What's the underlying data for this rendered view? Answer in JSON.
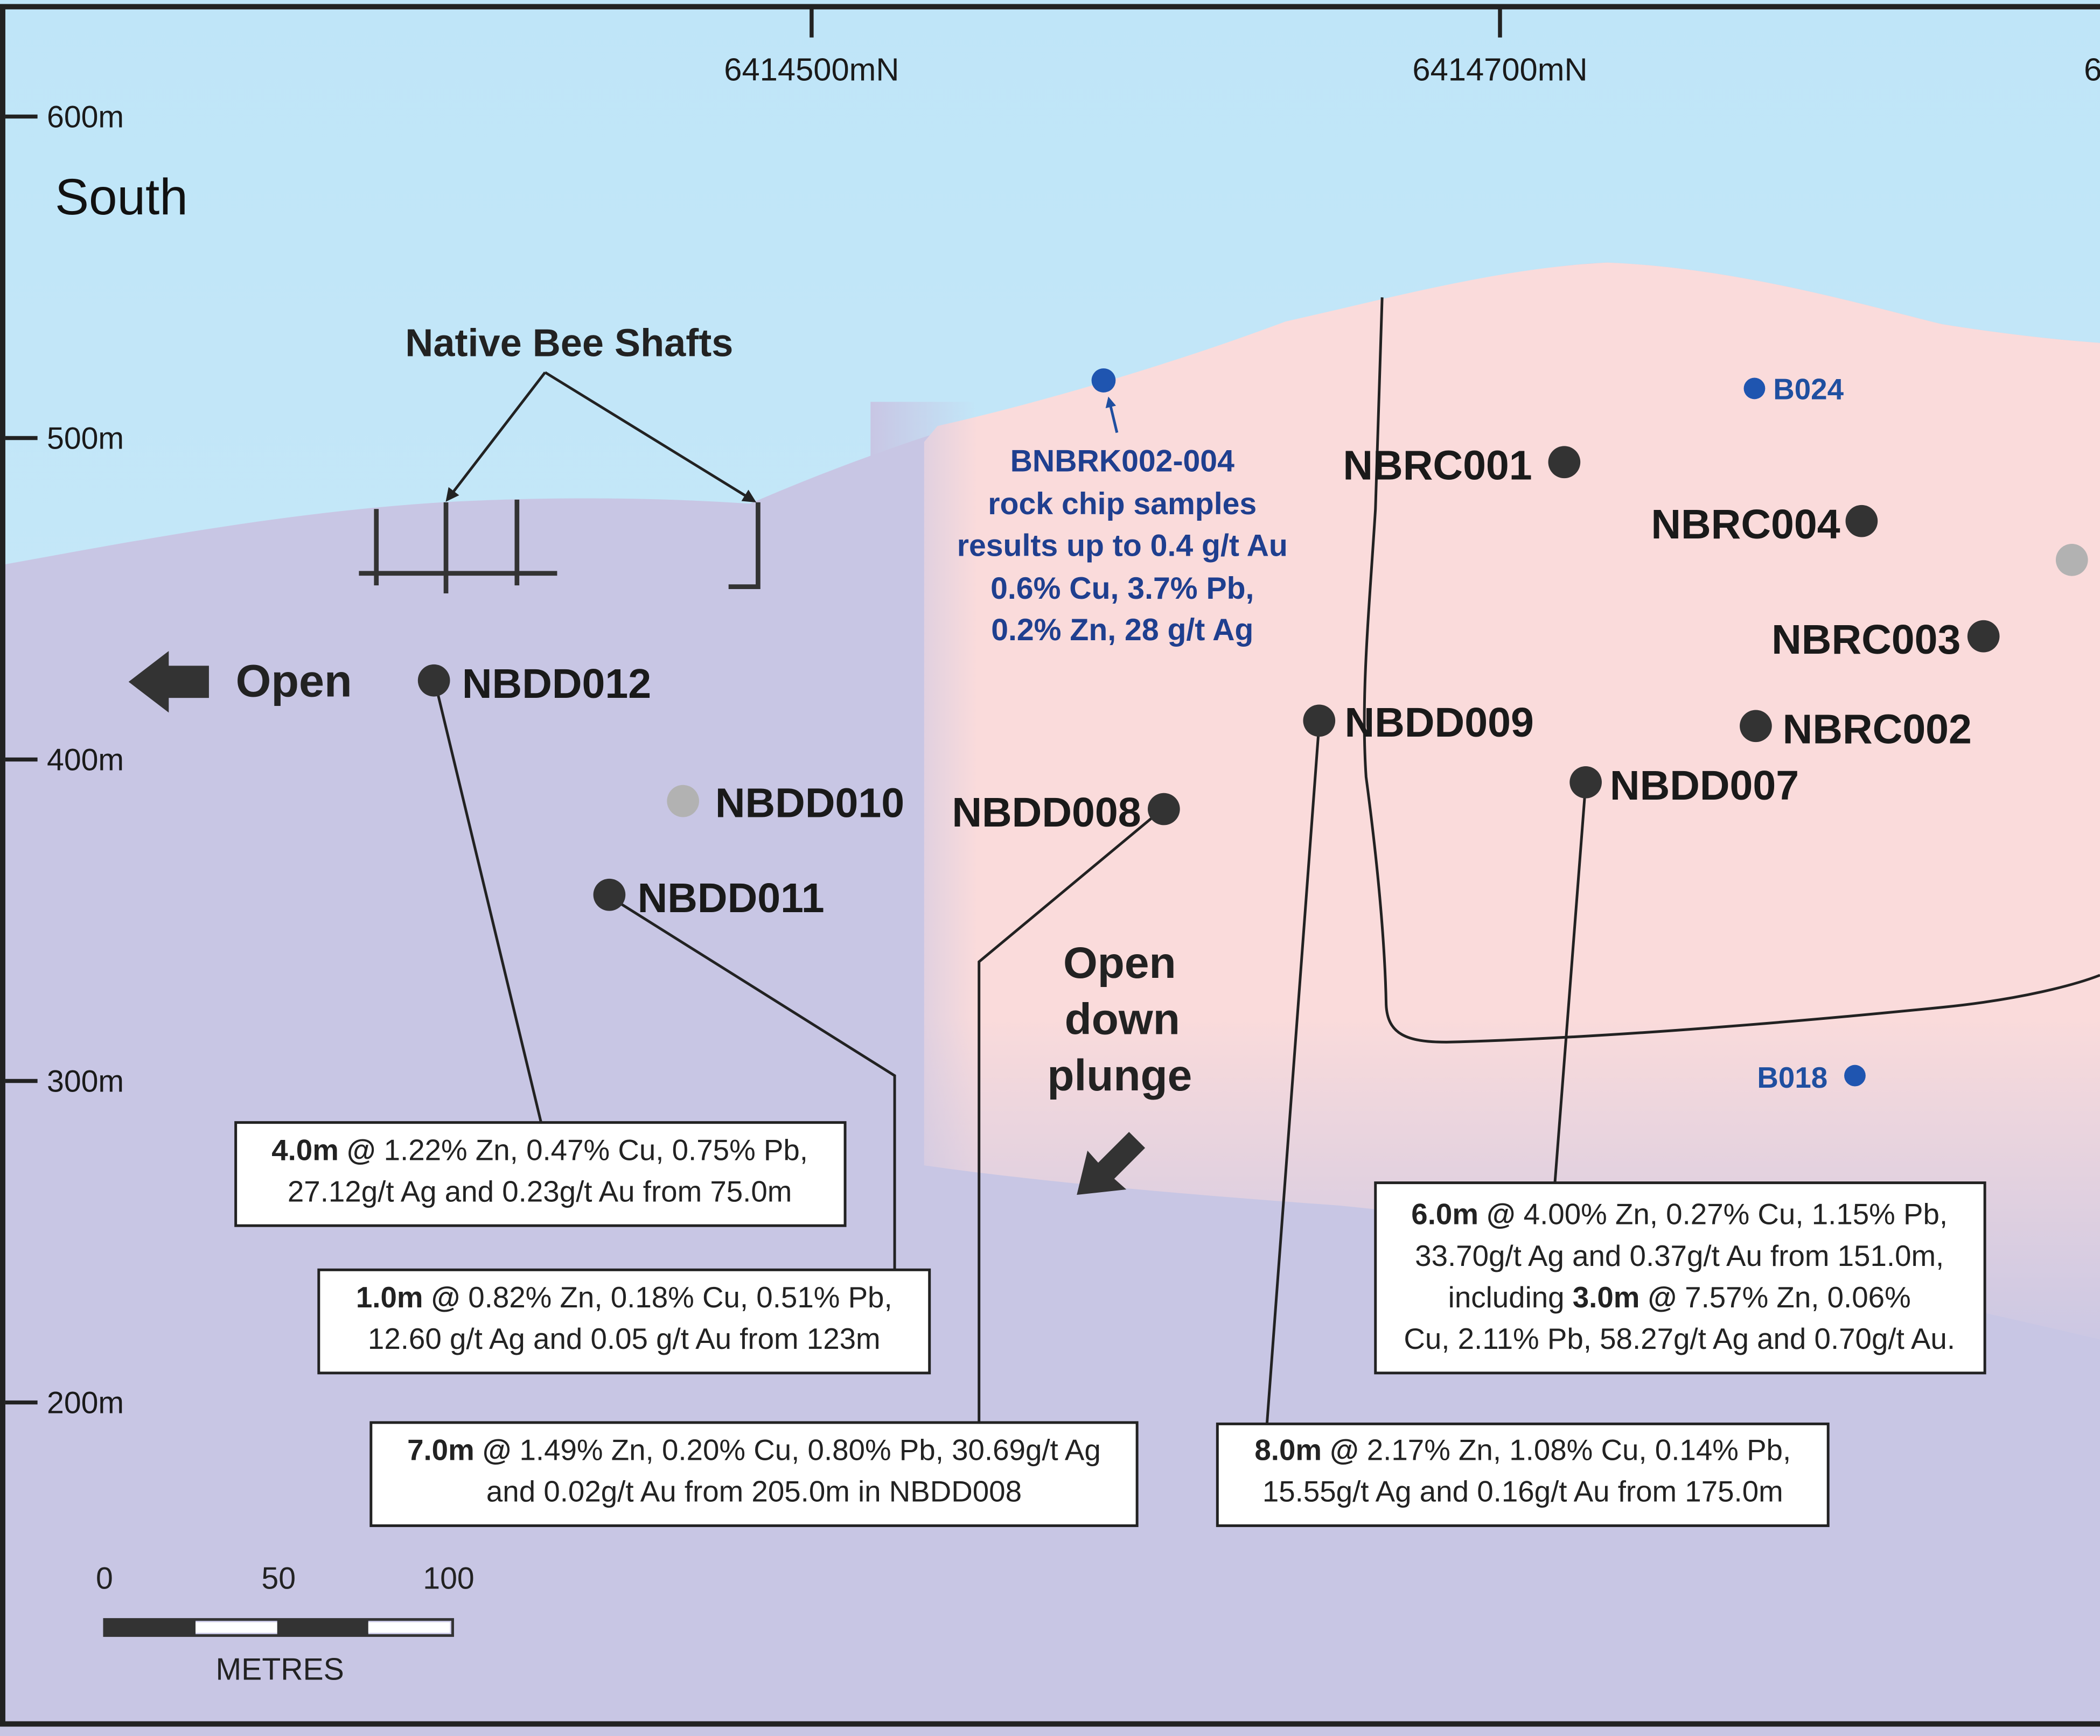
{
  "diagram": {
    "title_direction": "South",
    "colors": {
      "sky": "#c4e7f8",
      "host_rock": "#c8c6e4",
      "mineralised_zone": "#fadbdb",
      "drillhole_dark": "#333333",
      "drillhole_grey": "#b0b0b0",
      "sample_blue": "#1f55b0",
      "text_blue": "#1f3f8f"
    },
    "axes": {
      "elevation_ticks": [
        "600m",
        "500m",
        "400m",
        "300m",
        "200m"
      ],
      "northing_ticks": [
        "6414500mN",
        "6414700mN",
        "6"
      ]
    },
    "annotations": {
      "native_bee_shafts": "Native Bee Shafts",
      "open_left": "Open",
      "open_down_plunge": [
        "Open",
        "down",
        "plunge"
      ]
    },
    "rock_chip": {
      "lines": [
        "BNBRK002-004",
        "rock chip samples",
        "results up to 0.4 g/t Au",
        "0.6% Cu, 3.7% Pb,",
        "0.2% Zn, 28 g/t Ag"
      ]
    },
    "surface_samples": [
      {
        "id": "B024"
      },
      {
        "id": "B018"
      }
    ],
    "drillholes": [
      {
        "id": "NBDD012",
        "status": "intersected"
      },
      {
        "id": "NBDD010",
        "status": "no significant"
      },
      {
        "id": "NBDD011",
        "status": "intersected"
      },
      {
        "id": "NBDD008",
        "status": "intersected"
      },
      {
        "id": "NBDD009",
        "status": "intersected"
      },
      {
        "id": "NBDD007",
        "status": "intersected"
      },
      {
        "id": "NBRC001",
        "status": "intersected"
      },
      {
        "id": "NBRC004",
        "status": "intersected"
      },
      {
        "id": "NBRC003",
        "status": "intersected"
      },
      {
        "id": "NBRC002",
        "status": "intersected"
      },
      {
        "id": "",
        "status": "no significant"
      }
    ],
    "intercepts": [
      {
        "hole": "NBDD012",
        "lines": [
          [
            {
              "b": "4.0m @"
            },
            {
              "t": " 1.22% Zn, 0.47% Cu, 0.75% Pb,"
            }
          ],
          [
            {
              "t": "27.12g/t Ag and 0.23g/t Au from 75.0m"
            }
          ]
        ]
      },
      {
        "hole": "NBDD011",
        "lines": [
          [
            {
              "b": "1.0m @"
            },
            {
              "t": " 0.82% Zn, 0.18% Cu, 0.51% Pb,"
            }
          ],
          [
            {
              "t": "12.60 g/t Ag and 0.05 g/t Au from 123m"
            }
          ]
        ]
      },
      {
        "hole": "NBDD008",
        "lines": [
          [
            {
              "b": "7.0m @"
            },
            {
              "t": " 1.49% Zn, 0.20% Cu, 0.80% Pb, 30.69g/t Ag"
            }
          ],
          [
            {
              "t": "and 0.02g/t Au from 205.0m in NBDD008"
            }
          ]
        ]
      },
      {
        "hole": "NBDD007",
        "lines": [
          [
            {
              "b": "6.0m @"
            },
            {
              "t": " 4.00% Zn, 0.27% Cu, 1.15% Pb,"
            }
          ],
          [
            {
              "t": "33.70g/t Ag and 0.37g/t Au from 151.0m,"
            }
          ],
          [
            {
              "t": "including  "
            },
            {
              "b": "3.0m @"
            },
            {
              "t": " 7.57% Zn, 0.06%"
            }
          ],
          [
            {
              "t": "Cu, 2.11% Pb, 58.27g/t Ag and 0.70g/t Au."
            }
          ]
        ]
      },
      {
        "hole": "NBDD009",
        "lines": [
          [
            {
              "b": "8.0m @"
            },
            {
              "t": " 2.17% Zn, 1.08% Cu, 0.14% Pb,"
            }
          ],
          [
            {
              "t": "15.55g/t Ag and 0.16g/t Au from 175.0m"
            }
          ]
        ]
      }
    ],
    "scale_bar": {
      "ticks": [
        "0",
        "50",
        "100"
      ],
      "unit": "METRES"
    }
  }
}
